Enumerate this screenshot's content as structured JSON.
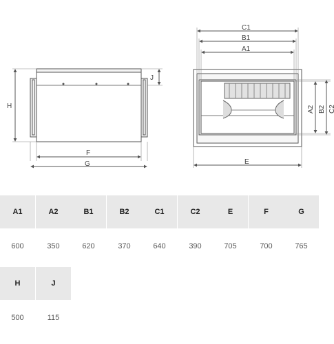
{
  "drawing": {
    "side_view_labels": {
      "H": "H",
      "J": "J",
      "F": "F",
      "G": "G"
    },
    "front_view_labels": {
      "C1": "C1",
      "B1": "B1",
      "A1": "A1",
      "A2": "A2",
      "B2": "B2",
      "C2": "C2",
      "E": "E"
    }
  },
  "dimension_table": {
    "rows": [
      [
        {
          "label": "A1",
          "value": "600"
        },
        {
          "label": "A2",
          "value": "350"
        },
        {
          "label": "B1",
          "value": "620"
        },
        {
          "label": "B2",
          "value": "370"
        },
        {
          "label": "C1",
          "value": "640"
        },
        {
          "label": "C2",
          "value": "390"
        },
        {
          "label": "E",
          "value": "705"
        },
        {
          "label": "F",
          "value": "700"
        },
        {
          "label": "G",
          "value": "765"
        }
      ],
      [
        {
          "label": "H",
          "value": "500"
        },
        {
          "label": "J",
          "value": "115"
        }
      ]
    ]
  }
}
